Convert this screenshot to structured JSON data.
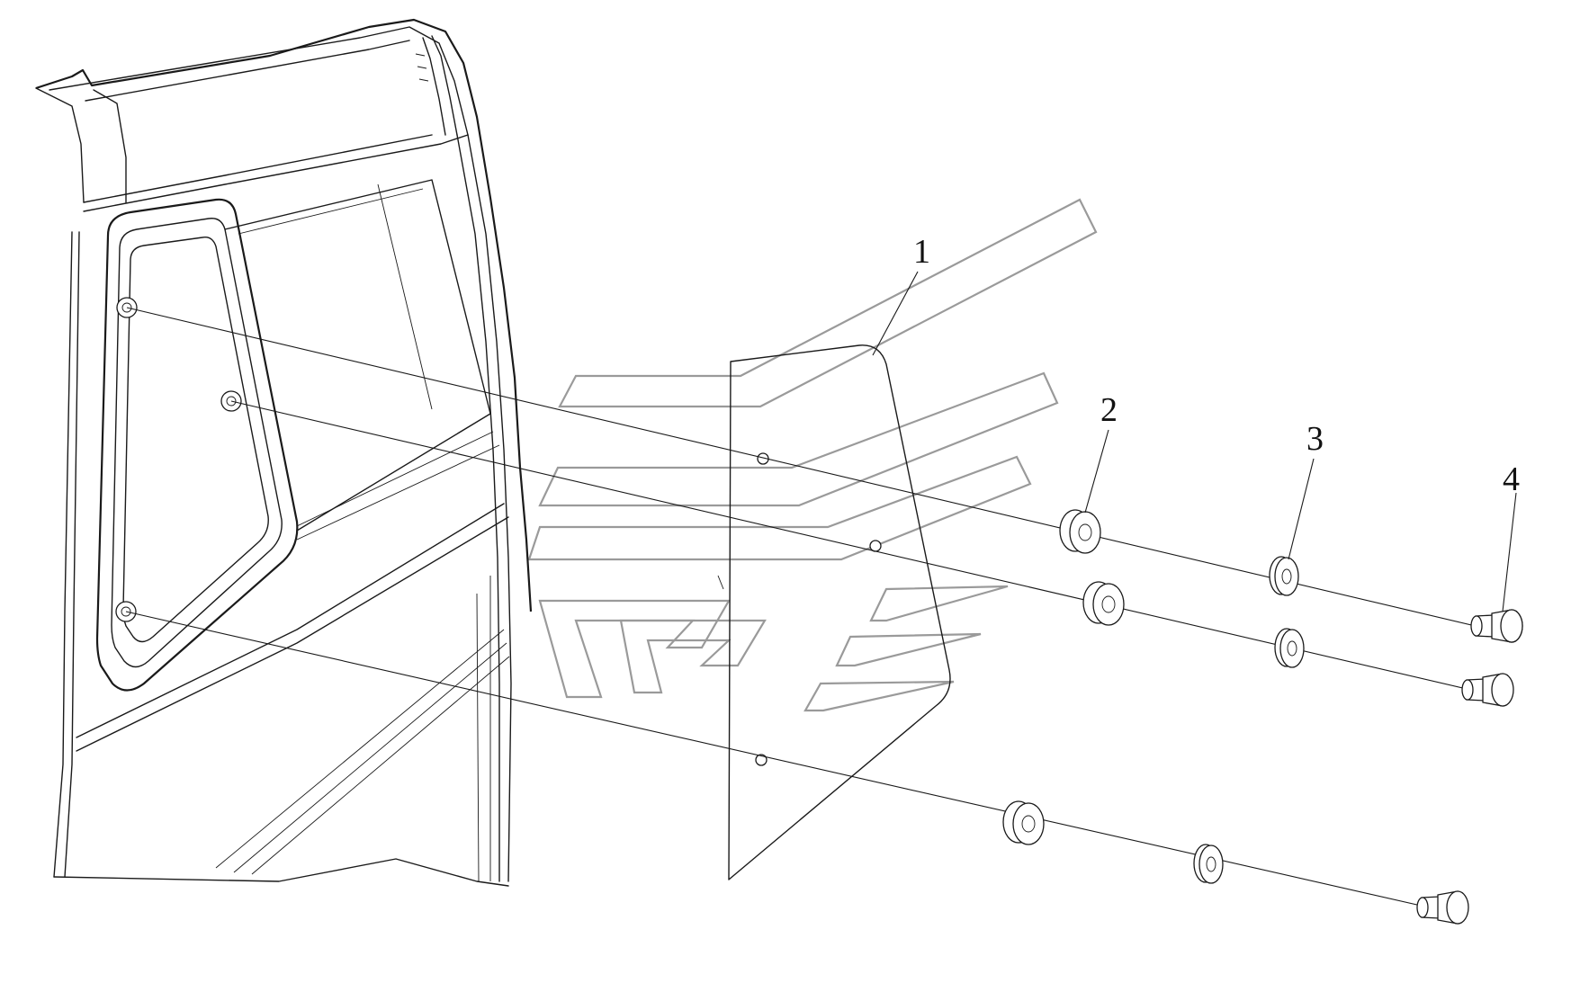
{
  "colors": {
    "line": "#1a1a1a",
    "watermark": "#9a9a9a",
    "background": "#ffffff"
  },
  "callouts": [
    {
      "label": "1"
    },
    {
      "label": "2"
    },
    {
      "label": "3"
    },
    {
      "label": "4"
    }
  ]
}
